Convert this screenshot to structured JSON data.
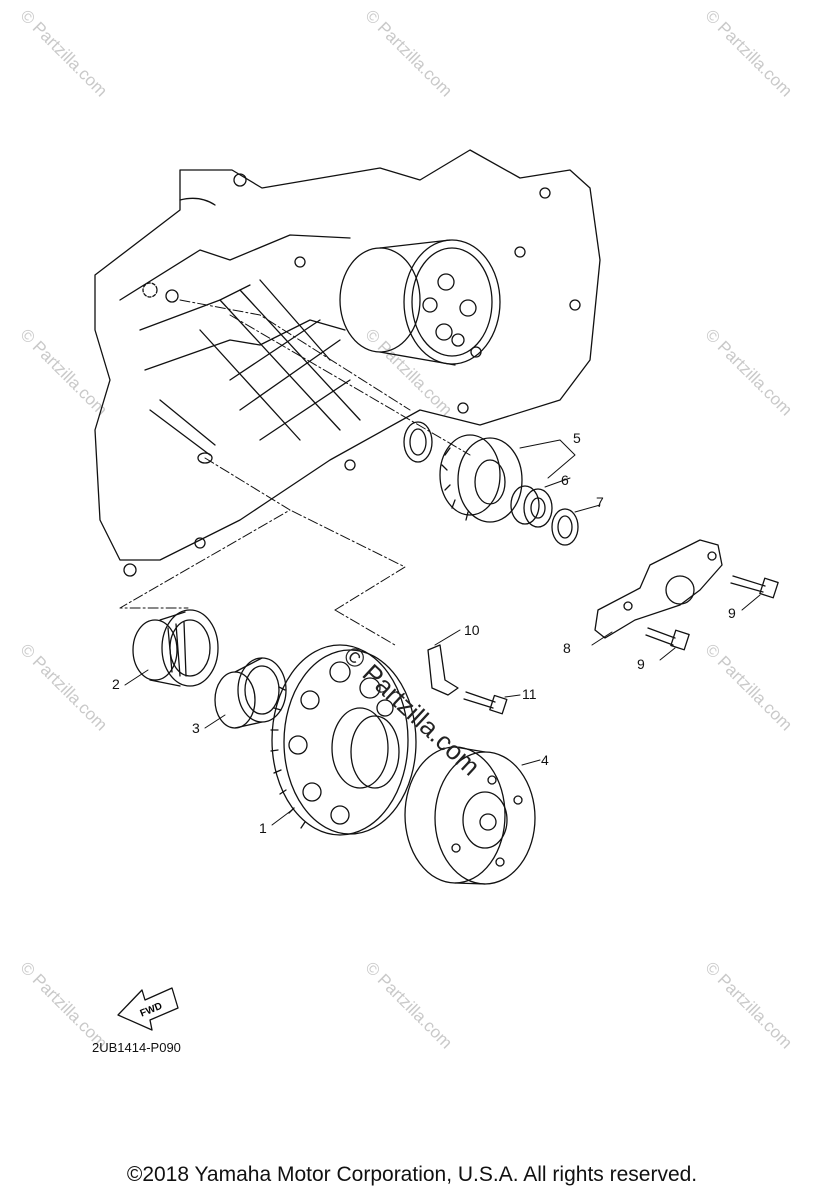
{
  "watermark": "© Partzilla.com",
  "center_watermark": "© Partzilla.com",
  "diagram_code": "2UB1414-P090",
  "fwd_label": "FWD",
  "copyright": "©2018  Yamaha Motor Corporation, U.S.A. All rights reserved.",
  "callouts": {
    "c1": "1",
    "c2": "2",
    "c3": "3",
    "c4": "4",
    "c5": "5",
    "c6": "6",
    "c7": "7",
    "c8": "8",
    "c9a": "9",
    "c9b": "9",
    "c10": "10",
    "c11": "11"
  }
}
